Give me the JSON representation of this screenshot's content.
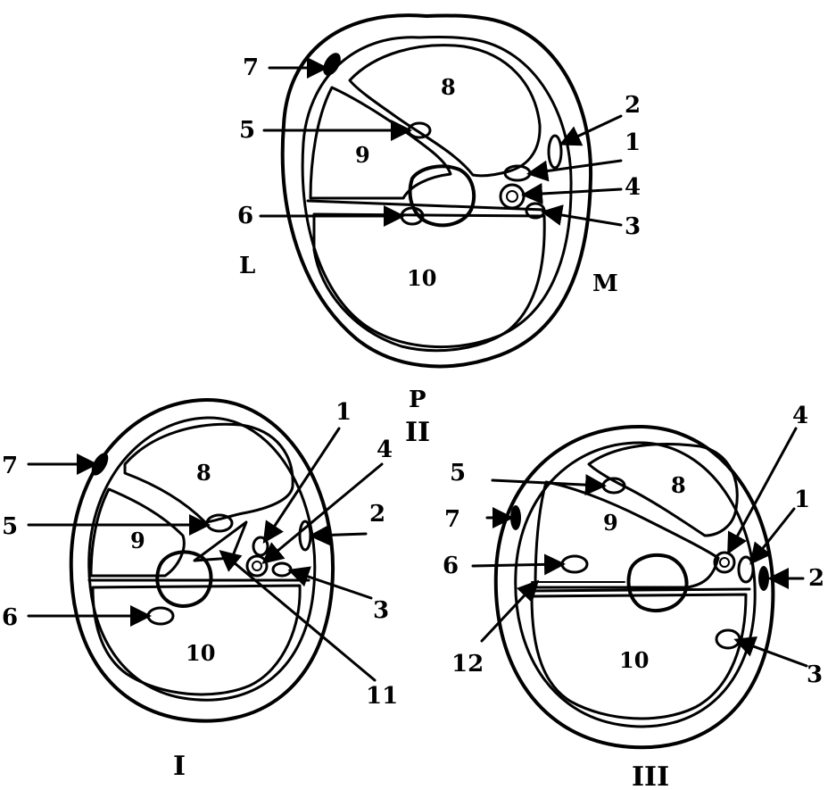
{
  "colors": {
    "ink": "#000000",
    "paper": "#ffffff"
  },
  "panels": {
    "top": {
      "caption": "II",
      "orientation": {
        "lateral": "L",
        "medial": "M",
        "posterior": "P"
      },
      "labels": {
        "n1": "1",
        "n2": "2",
        "n3": "3",
        "n4": "4",
        "n5": "5",
        "n6": "6",
        "n7": "7",
        "n8": "8",
        "n9": "9",
        "n10": "10"
      }
    },
    "bottom_left": {
      "caption": "I",
      "labels": {
        "n1": "1",
        "n2": "2",
        "n3": "3",
        "n4": "4",
        "n5": "5",
        "n6": "6",
        "n7": "7",
        "n8": "8",
        "n9": "9",
        "n10": "10",
        "n11": "11"
      }
    },
    "bottom_right": {
      "caption": "III",
      "labels": {
        "n1": "1",
        "n2": "2",
        "n3": "3",
        "n4": "4",
        "n5": "5",
        "n6": "6",
        "n7": "7",
        "n8": "8",
        "n9": "9",
        "n10": "10",
        "n12": "12"
      }
    }
  }
}
